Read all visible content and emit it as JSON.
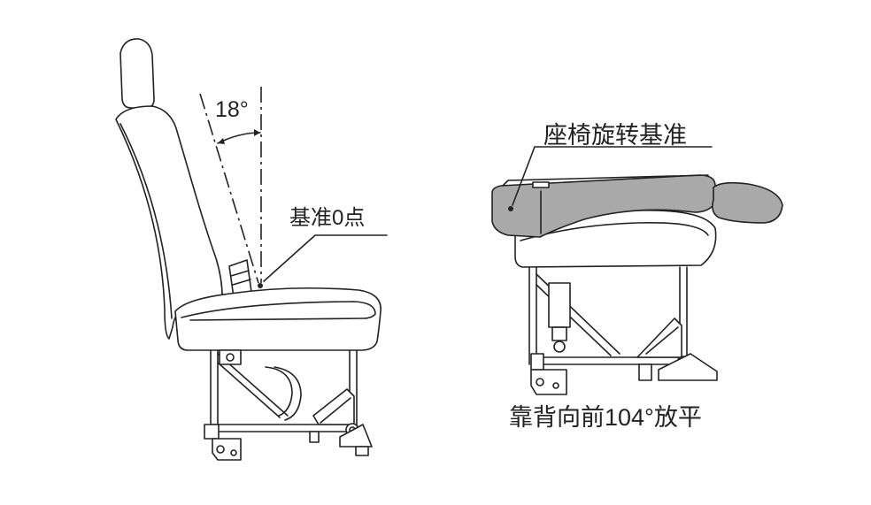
{
  "labels": {
    "angle": "18°",
    "reference_zero_point": "基准0点",
    "rotation_reference": "座椅旋转基准",
    "flat_caption": "靠背向前104°放平"
  },
  "colors": {
    "line": "#222222",
    "shaded": "#a9a9a9",
    "background": "#ffffff"
  }
}
